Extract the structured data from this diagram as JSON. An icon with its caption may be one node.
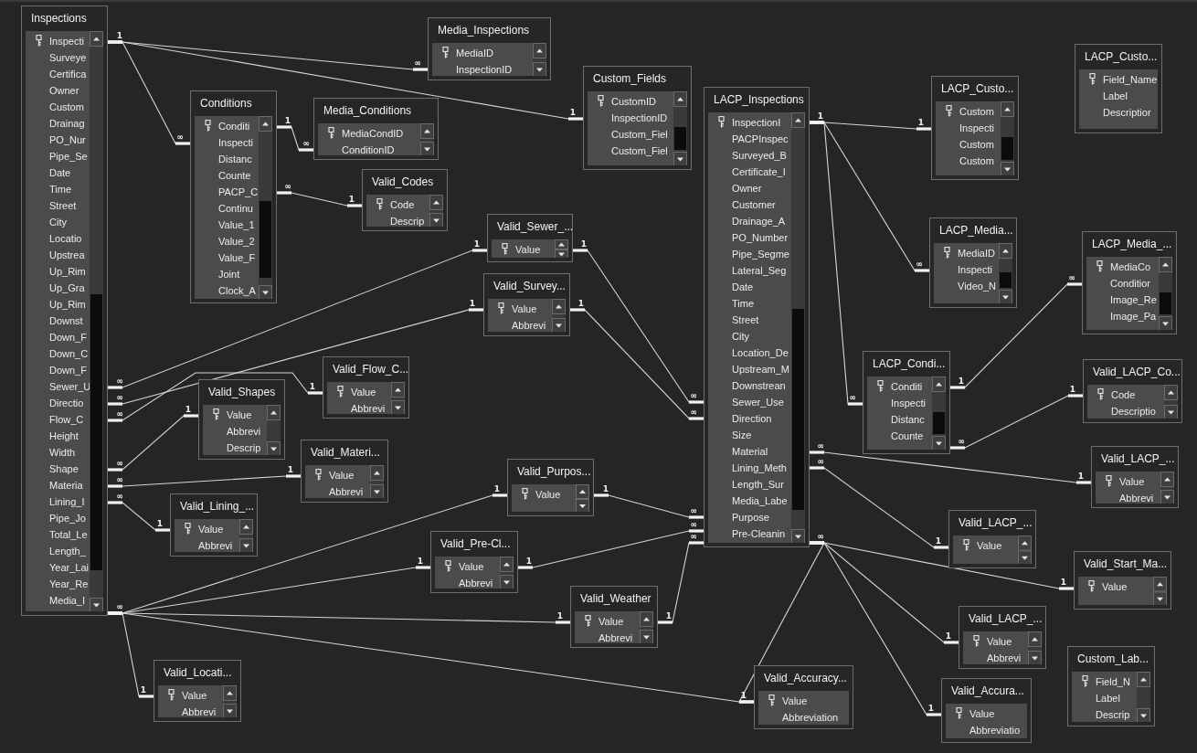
{
  "diagram": {
    "nodes": [
      {
        "text": [
          "Inspections",
          "Inspecti",
          "Surveye",
          "Certifica",
          "Owner",
          "Custom",
          "Drainag",
          "PO_Nur",
          "Pipe_Se",
          "Date",
          "Time",
          "Street",
          "City",
          "Locatio",
          "Upstrea",
          "Up_Rim",
          "Up_Gra",
          "Up_Rim",
          "Downst",
          "Down_F",
          "Down_C",
          "Down_F",
          "Sewer_U",
          "Directio",
          "Flow_C",
          "Height",
          "Width",
          "Shape",
          "Materia",
          "Lining_I",
          "Pipe_Jo",
          "Total_Le",
          "Length_",
          "Year_Lai",
          "Year_Re",
          "Media_I"
        ]
      },
      {
        "text": [
          "Media_Inspections",
          "MediaID",
          "InspectionID"
        ]
      },
      {
        "text": [
          "Conditions",
          "Conditi",
          "Inspecti",
          "Distanc",
          "Counte",
          "PACP_C",
          "Continu",
          "Value_1",
          "Value_2",
          "Value_F",
          "Joint",
          "Clock_A"
        ]
      },
      {
        "text": [
          "Media_Conditions",
          "MediaCondID",
          "ConditionID"
        ]
      },
      {
        "text": [
          "Valid_Codes",
          "Code",
          "Descrip"
        ]
      },
      {
        "text": [
          "Custom_Fields",
          "CustomID",
          "InspectionID",
          "Custom_Fiel",
          "Custom_Fiel"
        ]
      },
      {
        "text": [
          "LACP_Inspections",
          "InspectionI",
          "PACPInspec",
          "Surveyed_B",
          "Certificate_I",
          "Owner",
          "Customer",
          "Drainage_A",
          "PO_Number",
          "Pipe_Segme",
          "Lateral_Seg",
          "Date",
          "Time",
          "Street",
          "City",
          "Location_De",
          "Upstream_M",
          "Downstrean",
          "Sewer_Use",
          "Direction",
          "Size",
          "Material",
          "Lining_Meth",
          "Length_Sur",
          "Media_Labe",
          "Purpose",
          "Pre-Cleanin"
        ]
      },
      {
        "text": [
          "LACP_Custo...",
          "Field_Name",
          "Label",
          "Descriptior"
        ]
      },
      {
        "text": [
          "LACP_Custo...",
          "Custom",
          "Inspecti",
          "Custom",
          "Custom"
        ]
      },
      {
        "text": [
          "Valid_Sewer_...",
          "Value"
        ]
      },
      {
        "text": [
          "Valid_Survey...",
          "Value",
          "Abbrevi"
        ]
      },
      {
        "text": [
          "LACP_Media...",
          "MediaID",
          "Inspecti",
          "Video_N"
        ]
      },
      {
        "text": [
          "LACP_Media_...",
          "MediaCo",
          "Conditior",
          "Image_Re",
          "Image_Pa"
        ]
      },
      {
        "text": [
          "Valid_Flow_C...",
          "Value",
          "Abbrevi"
        ]
      },
      {
        "text": [
          "Valid_Shapes",
          "Value",
          "Abbrevi",
          "Descrip"
        ]
      },
      {
        "text": [
          "LACP_Condi...",
          "Conditi",
          "Inspecti",
          "Distanc",
          "Counte"
        ]
      },
      {
        "text": [
          "Valid_LACP_Co...",
          "Code",
          "Descriptio"
        ]
      },
      {
        "text": [
          "Valid_Materi...",
          "Value",
          "Abbrevi"
        ]
      },
      {
        "text": [
          "Valid_Lining_...",
          "Value",
          "Abbrevi"
        ]
      },
      {
        "text": [
          "Valid_Purpos...",
          "Value"
        ]
      },
      {
        "text": [
          "Valid_LACP_...",
          "Value",
          "Abbrevi"
        ]
      },
      {
        "text": [
          "Valid_LACP_...",
          "Value"
        ]
      },
      {
        "text": [
          "Valid_Pre-Cl...",
          "Value",
          "Abbrevi"
        ]
      },
      {
        "text": [
          "Valid_Start_Ma...",
          "Value"
        ]
      },
      {
        "text": [
          "Valid_Weather",
          "Value",
          "Abbrevi"
        ]
      },
      {
        "text": [
          "Valid_LACP_...",
          "Value",
          "Abbrevi"
        ]
      },
      {
        "text": [
          "Valid_Locati...",
          "Value",
          "Abbrevi"
        ]
      },
      {
        "text": [
          "Valid_Accuracy...",
          "Value",
          "Abbreviation"
        ]
      },
      {
        "text": [
          "Valid_Accura...",
          "Value",
          "Abbreviatio"
        ]
      },
      {
        "text": [
          "Custom_Lab...",
          "Field_N",
          "Label",
          "Descrip"
        ]
      }
    ],
    "edges": [
      {
        "from": 0,
        "to": 1,
        "arrow": "other"
      },
      {
        "from": 0,
        "to": 2,
        "arrow": "other"
      },
      {
        "from": 0,
        "to": 5,
        "arrow": "other"
      },
      {
        "from": 2,
        "to": 3,
        "arrow": "other"
      },
      {
        "from": 4,
        "to": 2,
        "arrow": "other"
      },
      {
        "from": 9,
        "to": 0,
        "arrow": "other"
      },
      {
        "from": 10,
        "to": 0,
        "arrow": "other"
      },
      {
        "from": 13,
        "to": 0,
        "arrow": "other"
      },
      {
        "from": 14,
        "to": 0,
        "arrow": "other"
      },
      {
        "from": 17,
        "to": 0,
        "arrow": "other"
      },
      {
        "from": 18,
        "to": 0,
        "arrow": "other"
      },
      {
        "from": 19,
        "to": 0,
        "arrow": "other"
      },
      {
        "from": 22,
        "to": 0,
        "arrow": "other"
      },
      {
        "from": 24,
        "to": 0,
        "arrow": "other"
      },
      {
        "from": 27,
        "to": 0,
        "arrow": "other"
      },
      {
        "from": 26,
        "to": 0,
        "arrow": "other"
      },
      {
        "from": 9,
        "to": 6,
        "arrow": "other"
      },
      {
        "from": 10,
        "to": 6,
        "arrow": "other"
      },
      {
        "from": 19,
        "to": 6,
        "arrow": "other"
      },
      {
        "from": 22,
        "to": 6,
        "arrow": "other"
      },
      {
        "from": 24,
        "to": 6,
        "arrow": "other"
      },
      {
        "from": 6,
        "to": 8,
        "arrow": "other"
      },
      {
        "from": 6,
        "to": 11,
        "arrow": "other"
      },
      {
        "from": 6,
        "to": 15,
        "arrow": "other"
      },
      {
        "from": 15,
        "to": 12,
        "arrow": "other"
      },
      {
        "from": 16,
        "to": 15,
        "arrow": "other"
      },
      {
        "from": 20,
        "to": 6,
        "arrow": "other"
      },
      {
        "from": 21,
        "to": 6,
        "arrow": "other"
      },
      {
        "from": 23,
        "to": 6,
        "arrow": "other"
      },
      {
        "from": 25,
        "to": 6,
        "arrow": "other"
      },
      {
        "from": 28,
        "to": 6,
        "arrow": "other"
      },
      {
        "from": 27,
        "to": 6,
        "arrow": "other"
      }
    ],
    "labels": [
      "1",
      "∞",
      "∞",
      "1",
      "1",
      "∞",
      "1",
      "∞",
      "1",
      "∞",
      "1",
      "∞",
      "1",
      "∞",
      "1",
      "∞",
      "1",
      "∞",
      "1",
      "∞",
      "1",
      "1",
      "1",
      "1",
      "1",
      "∞",
      "1",
      "∞",
      "1",
      "∞",
      "1",
      "∞",
      "1",
      "∞",
      "1",
      "∞",
      "1",
      "1",
      "∞",
      "∞",
      "1",
      "∞",
      "1",
      "∞",
      "1",
      "∞",
      "1",
      "∞",
      "1",
      "1",
      "1",
      "∞"
    ]
  }
}
